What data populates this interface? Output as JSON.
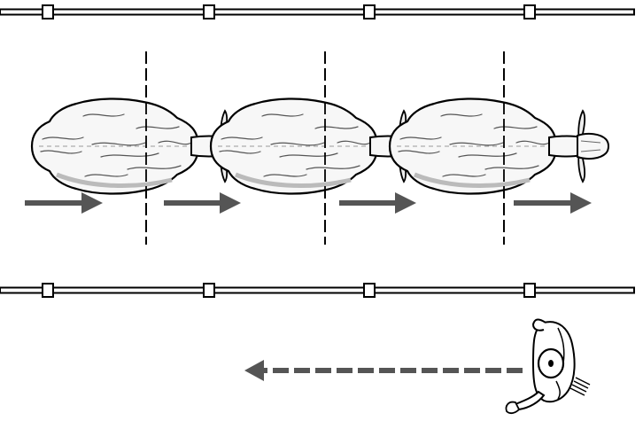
{
  "illustration": {
    "subject": "",
    "sheep_count": 3,
    "arrow_count": 4
  },
  "colors": {
    "background": "#ffffff",
    "line": "#000000",
    "arrow": "#555555",
    "fleece": "#f7f7f7",
    "shade": "#d9d9d9"
  },
  "icons": {
    "fence": "fence-rail",
    "post": "fence-post",
    "sheep": "sheep-top-view",
    "flow": "right-arrow",
    "handler": "person-top-view",
    "walk": "dashed-left-arrow"
  }
}
